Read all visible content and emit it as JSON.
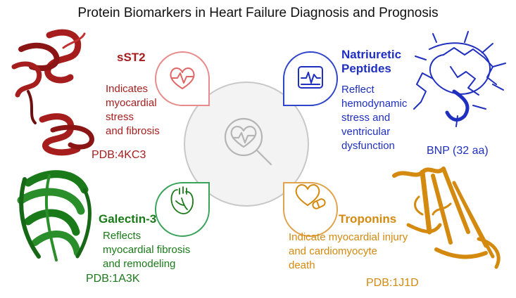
{
  "title": "Protein Biomarkers in Heart Failure Diagnosis and Prognosis",
  "colors": {
    "sst2": "#a61d1d",
    "natriuretic": "#1f2fbf",
    "galectin": "#1a7a1a",
    "troponin": "#d4890f",
    "center": "#bdbdbd"
  },
  "center": {
    "icon": "heart-magnifier-icon"
  },
  "biomarkers": {
    "sst2": {
      "name": "sST2",
      "description": "Indicates\nmyocardial\nstress\nand fibrosis",
      "pdb": "PDB:4KC3",
      "icon": "heart-pulse-icon"
    },
    "natriuretic": {
      "name": "Natriuretic\nPeptides",
      "description": "Reflect\nhemodynamic\nstress and\nventricular\ndysfunction",
      "structure_label": "BNP (32 aa)",
      "icon": "ecg-monitor-icon"
    },
    "galectin": {
      "name": "Galectin-3",
      "description": "Reflects\nmyocardial fibrosis\nand remodeling",
      "pdb": "PDB:1A3K",
      "icon": "anatomical-heart-icon"
    },
    "troponin": {
      "name": "Troponins",
      "description": "Indicate myocardial injury\nand cardiomyocyte\ndeath",
      "pdb": "PDB:1J1D",
      "icon": "heart-pill-icon"
    }
  }
}
